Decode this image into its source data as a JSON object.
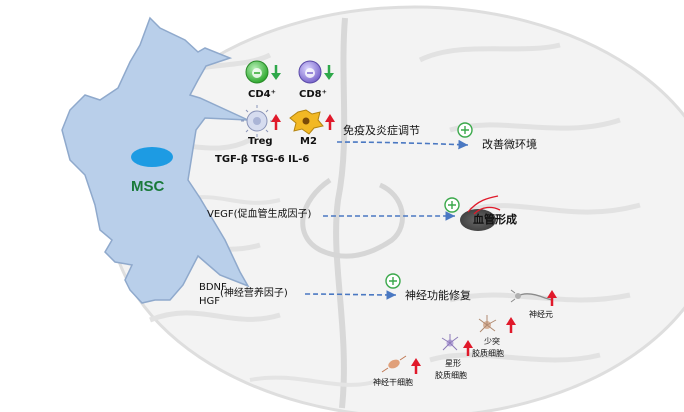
{
  "cells": {
    "msc": "MSC",
    "cd4": "CD4⁺",
    "cd8": "CD8⁺",
    "treg": "Treg",
    "m2": "M2"
  },
  "factors": {
    "immune": "TGF-β  TSG-6  IL-6",
    "vegf": "VEGF(促血管生成因子)",
    "bdnf": "BDNF",
    "hgf": "HGF",
    "neuro": "(神经营养因子)"
  },
  "processes": {
    "immune_regulation": "免疫及炎症调节",
    "microenv": "改善微环境",
    "angiogenesis": "血管形成",
    "neuro_repair": "神经功能修复"
  },
  "neural_cells": {
    "neuron": "神经元",
    "oligo_line1": "少突",
    "oligo_line2": "胶质细胞",
    "astro_line1": "星形",
    "astro_line2": "胶质细胞",
    "stem": "神经干细胞"
  },
  "colors": {
    "msc_body": "#b9cfea",
    "nucleus": "#1d9be3",
    "msc_text": "#1a7a3a",
    "up_arrow": "#e0192a",
    "down_arrow": "#2ea84a",
    "dashed_arrow": "#4a78c2",
    "plus": "#3aa84a",
    "cd4_cell": "#3dbb3d",
    "cd8_cell": "#8e7fd6"
  }
}
